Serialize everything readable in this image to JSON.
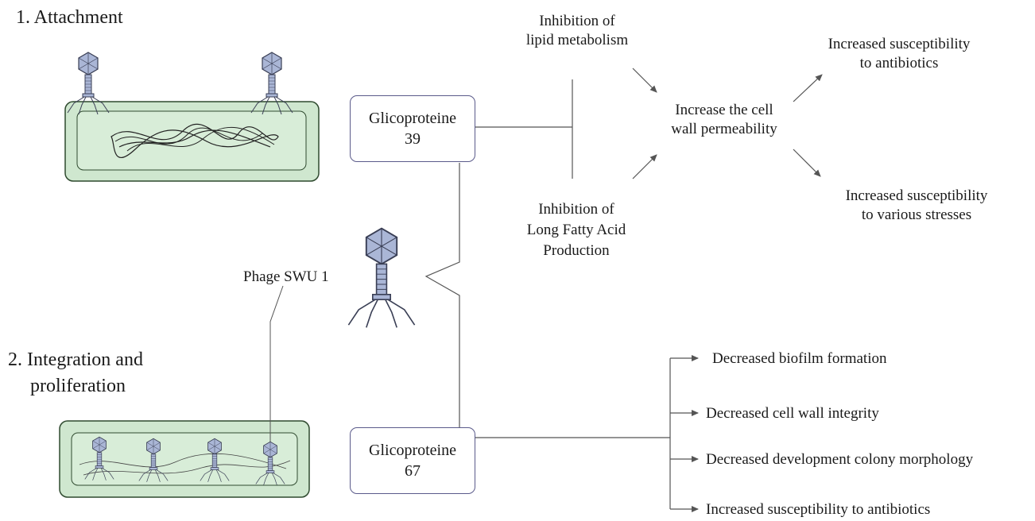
{
  "sections": {
    "attachment": "1. Attachment",
    "integration_line1": "2. Integration and",
    "integration_line2": "proliferation"
  },
  "glycoproteins": {
    "g39": {
      "line1": "Glicoproteine",
      "line2": "39"
    },
    "g67": {
      "line1": "Glicoproteine",
      "line2": "67"
    }
  },
  "phage_label": "Phage SWU 1",
  "inhibitions": {
    "lipid_line1": "Inhibition of",
    "lipid_line2": "lipid metabolism",
    "fatty_line1": "Inhibition of",
    "fatty_line2": "Long Fatty Acid",
    "fatty_line3": "Production"
  },
  "permeability": {
    "line1": "Increase the cell",
    "line2": "wall permeability"
  },
  "outcomes_top": {
    "antibiotics_line1": "Increased susceptibility",
    "antibiotics_line2": "to antibiotics",
    "stresses_line1": "Increased susceptibility",
    "stresses_line2": "to various stresses"
  },
  "outcomes_g67": [
    "Decreased biofilm formation",
    "Decreased cell wall integrity",
    "Decreased development colony morphology",
    "Increased susceptibility to antibiotics"
  ],
  "colors": {
    "cell_fill": "#cfe7cf",
    "cell_border": "#2f4a2f",
    "phage_head": "#aab6d6",
    "phage_dark": "#3a3f55",
    "line": "#555555"
  }
}
